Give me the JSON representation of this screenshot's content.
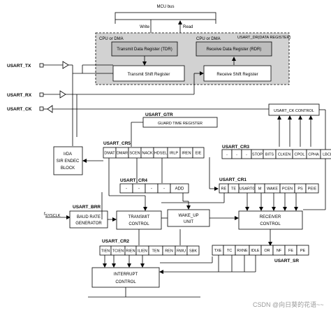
{
  "bus": {
    "title": "MCU bus",
    "write": "Write",
    "read": "Read"
  },
  "dma": {
    "cpu_tx": "CPU or DMA",
    "cpu_rx": "CPU or DMA",
    "usart_dr": "USART_DR(DATA REGISTER)",
    "tdr": "Transmit Data Register (TDR)",
    "rdr": "Receive Data Register (RDR)"
  },
  "shift": {
    "tx": "Transmit Shift Register",
    "rx": "Receive Shift Register"
  },
  "pins": {
    "tx": "USART_TX",
    "rx": "USART_RX",
    "ck": "USART_CK"
  },
  "clock_ctrl": "USART_CK CONTROL",
  "gtr": {
    "name": "USART_GTR",
    "reg": "GUARD TIME REGISTER"
  },
  "cr5": {
    "name": "USART_CR5",
    "bits": [
      "DMAT",
      "DMAR",
      "SCEN",
      "NACK",
      "HDSEL",
      "IRLP",
      "IREN",
      "EIE"
    ]
  },
  "cr3": {
    "name": "USART_CR3",
    "bits": [
      "-",
      "-",
      "-",
      "STOP",
      "BITS",
      "CLKEN",
      "CPOL",
      "CPHA",
      "LBCL"
    ]
  },
  "irda": {
    "line1": "IrDA",
    "line2": "SIR ENDEC",
    "line3": "BLOCK"
  },
  "cr4": {
    "name": "USART_CR4",
    "bits": [
      "-",
      "-",
      "-",
      "-",
      "ADD"
    ]
  },
  "cr1": {
    "name": "USART_CR1",
    "bits": [
      "RE",
      "TE",
      "USART0",
      "M",
      "WAKE",
      "PCEN",
      "PS",
      "PEIE"
    ]
  },
  "clock": {
    "fsys": "f",
    "fsys_sub": "SYSCLK",
    "brr": "USART_BRR",
    "baud1": "BAUD RATE",
    "baud2": "GENERATOR"
  },
  "tx_ctrl": {
    "l1": "TRANSMIT",
    "l2": "CONTROL"
  },
  "wake": {
    "l1": "WAKE_UP",
    "l2": "UNIT"
  },
  "rx_ctrl": {
    "l1": "RECEIVER",
    "l2": "CONTROL"
  },
  "cr2": {
    "name": "USART_CR2",
    "bits": [
      "TIEN",
      "TCIEN",
      "RIEN",
      "ILIEN",
      "TEN",
      "REN",
      "RWU",
      "SBK"
    ]
  },
  "sr": {
    "name": "USART_SR",
    "bits": [
      "TXE",
      "TC",
      "RXNE",
      "IDLE",
      "OR",
      "NF",
      "FE",
      "PE"
    ]
  },
  "irq": {
    "l1": "INTERRUPT",
    "l2": "CONTROL"
  },
  "watermark": "CSDN @向日葵的花语~~"
}
